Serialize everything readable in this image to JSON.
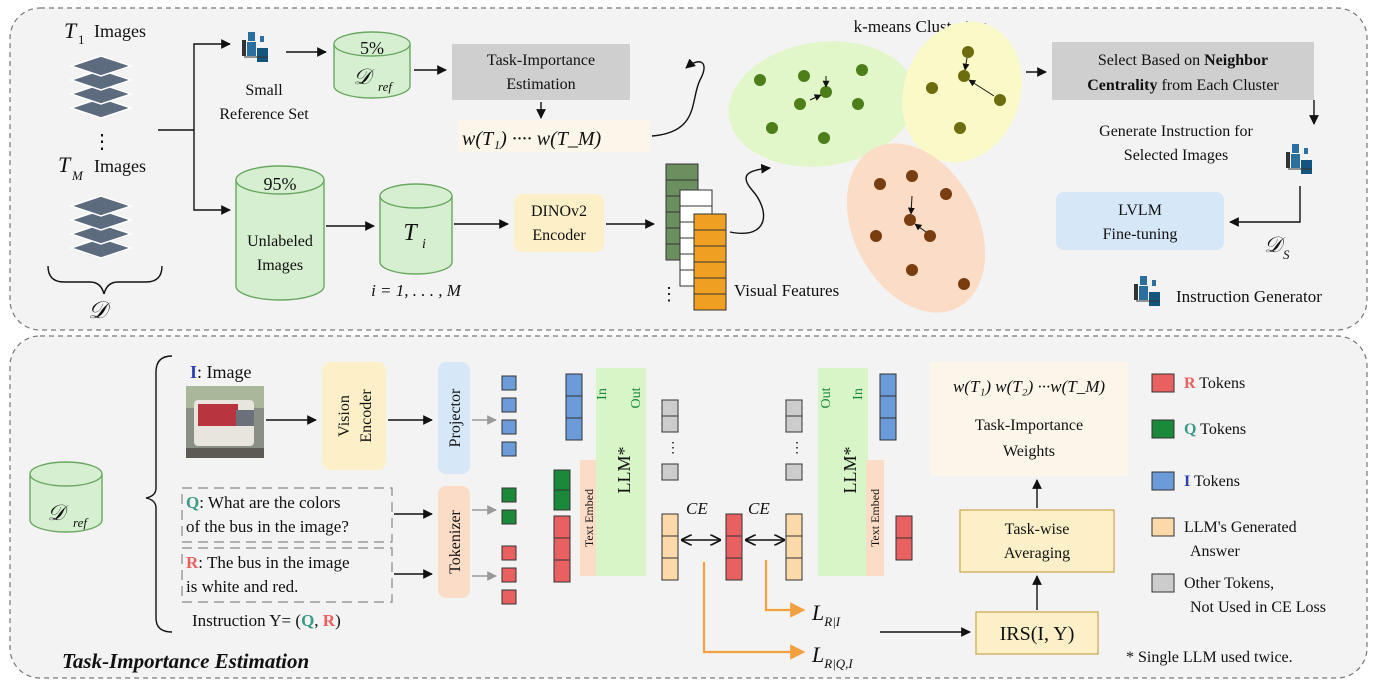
{
  "top": {
    "t1_var": "T",
    "t1_sub": "1",
    "t1_images": "Images",
    "vdots": "⋮",
    "tm_var": "T",
    "tm_sub": "M",
    "tm_images": "Images",
    "d_label": "𝒟",
    "small_ref_line1": "Small",
    "small_ref_line2": "Reference Set",
    "pct5": "5%",
    "dref_main": "𝒟",
    "dref_sub": "ref",
    "pct95": "95%",
    "unlabeled_line1": "Unlabeled",
    "unlabeled_line2": "Images",
    "ti_var": "T",
    "ti_sub": "i",
    "i_range": "i = 1, . . . , M",
    "task_est_line1": "Task-Importance",
    "task_est_line2": "Estimation",
    "weights_text": "w(T₁)   ····   w(T_M)",
    "dino_line1": "DINOv2",
    "dino_line2": "Encoder",
    "visual_features": "Visual Features",
    "kmeans": "k-means Clustering",
    "select_line1_pre": "Select Based on ",
    "select_line1_bold": "Neighbor",
    "select_line2_bold": "Centrality",
    "select_line2_post": " from Each Cluster",
    "generate_line1": "Generate Instruction for",
    "generate_line2": "Selected Images",
    "lvlm_line1": "LVLM",
    "lvlm_line2": "Fine-tuning",
    "ds_main": "𝒟",
    "ds_sub": "S",
    "instruction_generator": "Instruction Generator"
  },
  "bottom": {
    "dref_main": "𝒟",
    "dref_sub": "ref",
    "i_prefix": "I",
    "i_label": ": Image",
    "vision_line1": "Vision",
    "vision_line2": "Encoder",
    "projector": "Projector",
    "tokenizer": "Tokenizer",
    "q_prefix": "Q",
    "q_line1": ": What are the colors",
    "q_line2": "of the bus in the image?",
    "r_prefix": "R",
    "r_line1": ": The bus in the image",
    "r_line2": "is white and red.",
    "instr_pre": "Instruction Y= (",
    "instr_q": "Q",
    "instr_mid": ", ",
    "instr_r": "R",
    "instr_post": ")",
    "llm_in": "In",
    "llm_out": "Out",
    "llm_label": "LLM*",
    "text_embed": "Text Embed",
    "ce": "CE",
    "l_ri": "L",
    "l_ri_sub": "R|I",
    "l_rqi": "L",
    "l_rqi_sub": "R|Q,I",
    "irs": "IRS(I, Y)",
    "avg_line1": "Task-wise",
    "avg_line2": "Averaging",
    "weights_formula": "w(T₁) w(T₂) ···w(T_M)",
    "weights_line1": "Task-Importance",
    "weights_line2": "Weights",
    "title": "Task-Importance Estimation",
    "footnote": "* Single LLM used twice."
  },
  "legend": {
    "r_prefix": "R",
    "r_label": " Tokens",
    "q_prefix": "Q",
    "q_label": " Tokens",
    "i_prefix": "I",
    "i_label": " Tokens",
    "gen_line1": "LLM's Generated",
    "gen_line2": "Answer",
    "other_line1": "Other Tokens,",
    "other_line2": "Not Used in CE Loss"
  },
  "colors": {
    "r_token": "#e8605f",
    "q_token": "#1a8a3a",
    "i_token": "#6b9bd8",
    "gen_token": "#fcd9a8",
    "other_token": "#cccccc",
    "cylinder": "#d5efd0",
    "orange_feature": "#f0a020",
    "green_feature": "#6b8f5e",
    "cluster_green": "#e2f7c9",
    "cluster_yellow": "#fafac8",
    "cluster_orange": "#fbdcc6",
    "box_gray": "#cfcfcf",
    "box_yellow": "#fdf0c8",
    "box_blue": "#d6e8f8",
    "llm_green": "#d8f5c8"
  }
}
